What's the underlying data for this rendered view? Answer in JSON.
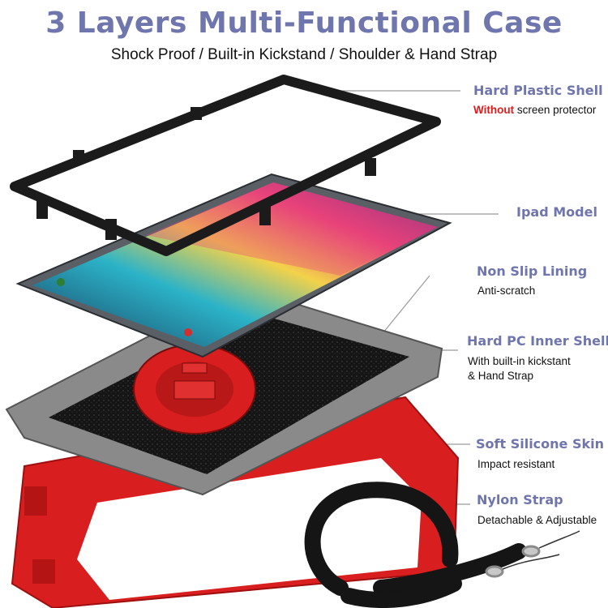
{
  "header": {
    "title": "3 Layers Multi-Functional Case",
    "subtitle": "Shock Proof / Built-in Kickstand / Shoulder & Hand Strap"
  },
  "features": [
    {
      "name": "Hard Plastic Shell",
      "desc_highlight": "Without",
      "desc_rest": "screen protector"
    },
    {
      "name": "Ipad Model"
    },
    {
      "name": "Non Slip Lining",
      "desc": "Anti-scratch"
    },
    {
      "name": "Hard PC Inner Shell",
      "desc_line1": "With built-in kickstant",
      "desc_line2": "& Hand Strap"
    },
    {
      "name": "Soft Silicone Skin",
      "desc": "Impact resistant"
    },
    {
      "name": "Nylon Strap",
      "desc": "Detachable & Adjustable"
    }
  ],
  "colors": {
    "title": "#6f75ad",
    "highlight": "#e01b1b",
    "silicone": "#d81e1e",
    "inner_shell": "#8a8a8a",
    "frame": "#1b1b1b"
  }
}
